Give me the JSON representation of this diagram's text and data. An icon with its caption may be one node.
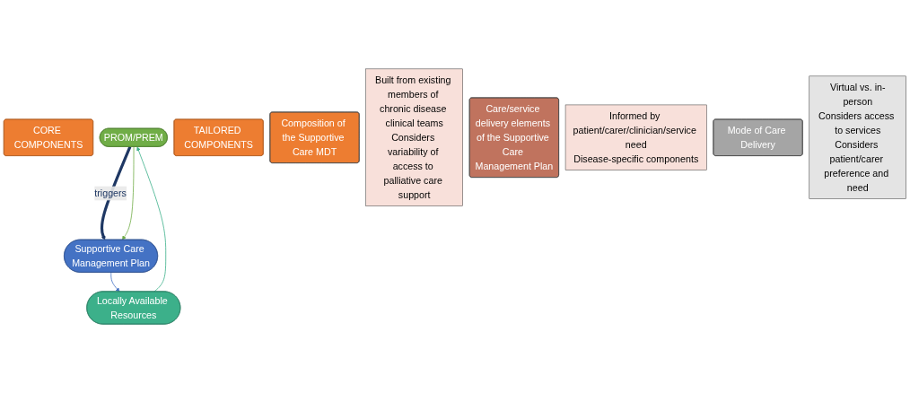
{
  "diagram": {
    "nodes": [
      {
        "text": [
          "CORE COMPONENTS"
        ]
      },
      {
        "text": [
          "PROM/PREM"
        ]
      },
      {
        "text": [
          "Supportive Care Management Plan"
        ]
      },
      {
        "text": [
          "Locally Available Resources"
        ]
      },
      {
        "text": [
          "TAILORED COMPONENTS"
        ]
      },
      {
        "text": [
          "Composition of the Supportive Care MDT"
        ]
      },
      {
        "text": [
          "Built from existing members of chronic disease clinical teams",
          "Considers variability of access to palliative care support"
        ]
      },
      {
        "text": [
          "Care/service delivery elements of the Supportive Care Management Plan"
        ]
      },
      {
        "text": [
          "Informed by patient/carer/clinician/service need",
          "Disease-specific components"
        ]
      },
      {
        "text": [
          "Mode of Care Delivery"
        ]
      },
      {
        "text": [
          "Virtual vs. in-person",
          "Considers access to services",
          "Considers patient/carer preference and need"
        ]
      }
    ],
    "edges": [
      {
        "from": 1,
        "to": 2,
        "arrow": "to",
        "label": "triggers",
        "style": "thick",
        "color": "#1f3864"
      },
      {
        "from": 1,
        "to": 2,
        "arrow": "to",
        "color": "#70ad47"
      },
      {
        "from": 2,
        "to": 3,
        "arrow": "to",
        "color": "#4472c4"
      },
      {
        "from": 3,
        "to": 1,
        "arrow": "to",
        "color": "#3cb08a"
      }
    ]
  }
}
